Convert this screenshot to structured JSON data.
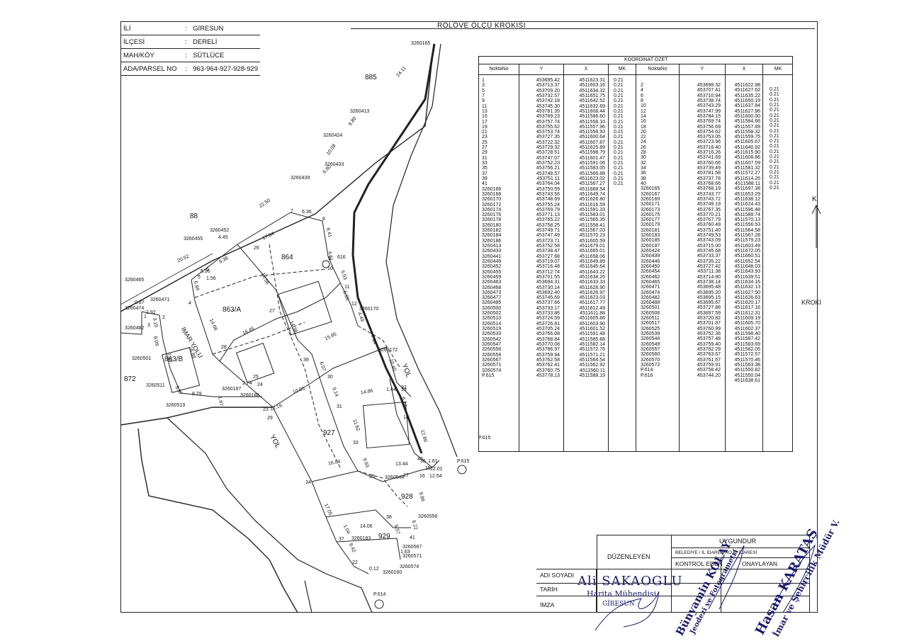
{
  "title": "RÖLÖVE ÖLÇÜ KROKİSİ",
  "info": [
    {
      "label": "İLİ",
      "value": "GİRESUN"
    },
    {
      "label": "İLÇESİ",
      "value": "DERELİ"
    },
    {
      "label": "MAH/KÖY",
      "value": "SÜTLÜCE"
    },
    {
      "label": "ADA/PARSEL NO",
      "value": "963-964-927-928-929"
    }
  ],
  "coord_table": {
    "title": "KOORDİNAT ÖZET",
    "headers": [
      "NoktaNo",
      "Y",
      "X",
      "MK",
      "NoktaNo",
      "Y",
      "X",
      "MK"
    ],
    "left": {
      "nokta": [
        "1",
        "3",
        "5",
        "7",
        "9",
        "11",
        "13",
        "15",
        "17",
        "19",
        "21",
        "23",
        "25",
        "27",
        "29",
        "31",
        "33",
        "35",
        "37",
        "39",
        "41",
        "3260166",
        "3260168",
        "3260170",
        "3260172",
        "3260174",
        "3260176",
        "3260178",
        "3260180",
        "3260182",
        "3260184",
        "3260186",
        "3260413",
        "3260433",
        "3260441",
        "3260449",
        "3260452",
        "3260455",
        "3260459",
        "3260463",
        "3260468",
        "3260473",
        "3260477",
        "3260485",
        "3260500",
        "3260502",
        "3260510",
        "3260514",
        "3260519",
        "3260533",
        "3260542",
        "3260547",
        "3260556",
        "3260558",
        "3260567",
        "3260571",
        "3260574",
        "P.615"
      ],
      "y": [
        "453695.42",
        "453713.37",
        "453709.20",
        "453732.57",
        "453742.18",
        "453745.30",
        "453781.35",
        "453769.23",
        "453757.74",
        "453755.62",
        "453753.74",
        "453727.35",
        "453722.32",
        "453729.32",
        "453728.51",
        "453747.07",
        "453752.23",
        "453756.21",
        "453748.57",
        "453751.11",
        "453764.04",
        "453750.59",
        "453743.56",
        "453748.69",
        "453755.24",
        "453769.79",
        "453771.13",
        "453765.22",
        "453758.25",
        "453749.71",
        "453747.49",
        "453723.71",
        "453752.58",
        "453738.47",
        "453727.68",
        "453719.07",
        "453716.48",
        "453712.74",
        "453701.55",
        "453694.31",
        "453730.14",
        "453692.40",
        "453745.69",
        "453737.66",
        "453733.17",
        "453733.86",
        "453724.59",
        "453726.81",
        "453705.24",
        "453766.08",
        "453768.84",
        "453770.08",
        "453786.97",
        "453759.94",
        "453762.58",
        "453762.41",
        "453760.75",
        "453778.13"
      ],
      "x": [
        "4511623.31",
        "4511603.16",
        "4511634.32",
        "4511651.75",
        "4511642.52",
        "4511632.69",
        "4511608.44",
        "4511586.60",
        "4511558.10",
        "4511557.96",
        "4511558.93",
        "4511600.64",
        "4511607.87",
        "4511625.89",
        "4511598.79",
        "4511601.47",
        "4511591.06",
        "4511583.05",
        "4511566.88",
        "4511623.02",
        "4511567.27",
        "4511668.54",
        "4511649.74",
        "4511626.80",
        "4511616.59",
        "4511591.33",
        "4511583.01",
        "4511565.35",
        "4511558.41",
        "4511567.03",
        "4511570.23",
        "4511605.59",
        "4511679.01",
        "4511665.01",
        "4511658.06",
        "4511649.89",
        "4511645.64",
        "4511643.22",
        "4511638.26",
        "4511633.33",
        "4511628.90",
        "4511626.97",
        "4511623.03",
        "4511617.77",
        "4511612.49",
        "4511611.88",
        "4511605.86",
        "4511603.90",
        "4511601.52",
        "4511591.48",
        "4511585.88",
        "4511582.14",
        "4511572.76",
        "4511571.21",
        "4511564.54",
        "4511562.92",
        "4511560.11",
        "4511588.19"
      ],
      "mk": [
        "0.21",
        "0.21",
        "0.21",
        "0.21",
        "0.21",
        "0.21",
        "0.21",
        "0.21",
        "0.21",
        "0.21",
        "0.21",
        "0.21",
        "0.21",
        "0.21",
        "0.21",
        "0.21",
        "0.21",
        "0.21",
        "0.21",
        "0.21",
        "0.21"
      ]
    },
    "right": {
      "nokta": [
        "2",
        "4",
        "6",
        "8",
        "10",
        "12",
        "14",
        "16",
        "18",
        "20",
        "22",
        "24",
        "26",
        "28",
        "30",
        "32",
        "34",
        "36",
        "38",
        "40",
        "3260165",
        "3260167",
        "3260169",
        "3260171",
        "3260173",
        "3260175",
        "3260177",
        "3260179",
        "3260181",
        "3260183",
        "3260185",
        "3260187",
        "3260424",
        "3260439",
        "3260446",
        "3260450",
        "3260454",
        "3260462",
        "3260465",
        "3260471",
        "3260474",
        "3260482",
        "3260488",
        "3260501",
        "3260506",
        "3260511",
        "3260517",
        "3260525",
        "3260539",
        "3260544",
        "3260549",
        "3260557",
        "3260560",
        "3260570",
        "3260572",
        "P.614",
        "P.616"
      ],
      "y": [
        "453698.32",
        "453707.41",
        "453710.94",
        "453738.74",
        "453743.29",
        "453747.99",
        "453784.15",
        "453769.74",
        "453756.69",
        "453754.62",
        "453753.05",
        "453723.96",
        "453718.40",
        "453716.26",
        "453741.69",
        "453760.66",
        "453739.49",
        "453781.58",
        "453737.78",
        "453768.66",
        "453768.19",
        "453743.77",
        "453743.72",
        "453749.19",
        "453767.35",
        "453770.21",
        "453767.79",
        "453760.49",
        "453751.40",
        "453749.53",
        "453743.09",
        "453715.00",
        "453745.68",
        "453733.37",
        "453735.22",
        "453727.42",
        "453711.38",
        "453714.90",
        "453738.14",
        "453695.48",
        "453695.20",
        "453695.15",
        "453695.67",
        "453727.88",
        "453697.59",
        "453720.82",
        "453701.87",
        "453760.99",
        "453752.36",
        "453757.48",
        "453759.40",
        "453762.29",
        "453763.67",
        "453761.67",
        "453759.91",
        "453758.42",
        "453744.20"
      ],
      "x": [
        "4511622.98",
        "4511627.62",
        "4511635.22",
        "4511650.19",
        "4511637.84",
        "4511627.86",
        "4511600.00",
        "4511584.66",
        "4511557.89",
        "4511558.32",
        "4511559.75",
        "4511605.67",
        "4511640.92",
        "4511615.90",
        "4511608.86",
        "4511607.59",
        "4511581.32",
        "4511572.27",
        "4511614.26",
        "4511588.11",
        "4511697.38",
        "4511653.29",
        "4511638.12",
        "4511624.43",
        "4511596.48",
        "4511588.74",
        "4511570.13",
        "4511556.53",
        "4511564.58",
        "4511567.28",
        "4511579.23",
        "4511603.49",
        "4511672.05",
        "4511660.51",
        "4511652.54",
        "4511648.03",
        "4511643.93",
        "4511639.51",
        "4511634.16",
        "4511632.13",
        "4511627.50",
        "4511626.63",
        "4511620.17",
        "4511617.16",
        "4511612.31",
        "4511609.19",
        "4511605.70",
        "4511602.37",
        "4511598.40",
        "4511587.42",
        "4511583.69",
        "4511582.05",
        "4511572.57",
        "4511570.46",
        "4511563.38",
        "4511550.82",
        "4511550.04",
        "4511638.61"
      ],
      "mk": [
        "0.21",
        "0.21",
        "0.21",
        "0.21",
        "0.21",
        "0.21",
        "0.21",
        "0.21",
        "0.21",
        "0.21",
        "0.21",
        "0.21",
        "0.21",
        "0.21",
        "0.21",
        "0.21",
        "0.21",
        "0.21",
        "0.21",
        "0.21"
      ]
    }
  },
  "map": {
    "parcels": [
      "885",
      "88",
      "864",
      "863/A",
      "863/B",
      "872",
      "927",
      "928",
      "929"
    ],
    "roads": [
      "İMAR YOLU",
      "YOL",
      "YOL"
    ],
    "north": "K",
    "kroki": "KROKİ",
    "points_top": [
      {
        "id": "3260165",
        "t": "3260165"
      },
      {
        "id": "3260413",
        "t": "3260413"
      },
      {
        "id": "3260424",
        "t": "3260424"
      },
      {
        "id": "3260433",
        "t": "3260433"
      },
      {
        "id": "3260439",
        "t": "3260439"
      },
      {
        "id": "3260452",
        "t": "3260452"
      },
      {
        "id": "3260455",
        "t": "3260455"
      },
      {
        "id": "3260465",
        "t": "3260465"
      },
      {
        "id": "3260471",
        "t": "3260471"
      },
      {
        "id": "3260474",
        "t": "3260474"
      },
      {
        "id": "3260482",
        "t": "3260482"
      },
      {
        "id": "3260501",
        "t": "3260501"
      },
      {
        "id": "3260511",
        "t": "3260511"
      },
      {
        "id": "3260519",
        "t": "3260519"
      },
      {
        "id": "3260187",
        "t": "3260187"
      },
      {
        "id": "3260186",
        "t": "3260186"
      },
      {
        "id": "3260170",
        "t": "3260170"
      },
      {
        "id": "3260172",
        "t": "3260172"
      },
      {
        "id": "3260544",
        "t": "3260544"
      },
      {
        "id": "3260556",
        "t": "3260556"
      },
      {
        "id": "3260183",
        "t": "3260183"
      },
      {
        "id": "3260567",
        "t": "3260567"
      },
      {
        "id": "3260571",
        "t": "3260571"
      },
      {
        "id": "3260574",
        "t": "3260574"
      },
      {
        "id": "3260160",
        "t": "3260160"
      },
      {
        "id": "P.614",
        "t": "P.614"
      },
      {
        "id": "P.615",
        "t": "P.615"
      },
      {
        "id": "P.615b",
        "t": "P.615"
      },
      {
        "id": "616",
        "t": "616"
      }
    ],
    "distances": [
      "24.11",
      "9.80",
      "10.08",
      "6.80",
      "22.50",
      "4.45",
      "17.84",
      "20.52",
      "6.36",
      "8.41",
      "9.38",
      "5.96",
      "1.56",
      "6.94",
      "0.87",
      "2.92",
      "3.15",
      "8.09",
      "7.87",
      "24.88",
      "5.37",
      "8.29",
      "1.67",
      "2.74",
      "12.16",
      "10.85",
      "16.45",
      "14.68",
      "18.56",
      "14.38",
      "15.95",
      "5.53",
      "4.61",
      "5.55",
      "4.49",
      "7.64",
      "10.40",
      "6.07",
      "9.14",
      "14.86",
      "1.44",
      "6.34",
      "11.62",
      "12.89",
      "9.93",
      "16.04",
      "13.44",
      "1.61",
      "12.01",
      "12.54",
      "9.86",
      "17.05",
      "1.04",
      "14.06",
      "6.22",
      "5.57",
      "8.42",
      "1.63",
      "0.12"
    ],
    "point_numbers": [
      "1",
      "2",
      "3",
      "4",
      "5",
      "6",
      "7",
      "8",
      "9",
      "10",
      "11",
      "12",
      "13",
      "14",
      "15",
      "16",
      "17",
      "22",
      "23",
      "24",
      "25",
      "26",
      "27",
      "28",
      "29",
      "30",
      "31",
      "32",
      "33",
      "34",
      "35",
      "36",
      "37",
      "38",
      "39",
      "40",
      "41"
    ]
  },
  "signature": {
    "duzenleyen": "DÜZENLEYEN",
    "uygundur": "UYGUNDUR",
    "belediye": "BELEDİYE / İL İDARE/PROJE İDARESİ",
    "kontrol": "KONTROL EDEN",
    "onaylayan": "ONAYLAYAN",
    "adi_soyadi": "ADI SOYADI",
    "tarih": "TARİH",
    "imza": "İMZA",
    "stamp_name": "Ali SAKAOGLU",
    "stamp_title": "Harita Mühendisi",
    "stamp_city": "GİRESUN",
    "stamp2": "Bünyamin KOLAY",
    "stamp2_title": "Jeodezi ve Fotogrametri",
    "stamp3": "Hasan KARATAŞ",
    "stamp3_title": "İmar ve Şehircilik Müdür V."
  }
}
